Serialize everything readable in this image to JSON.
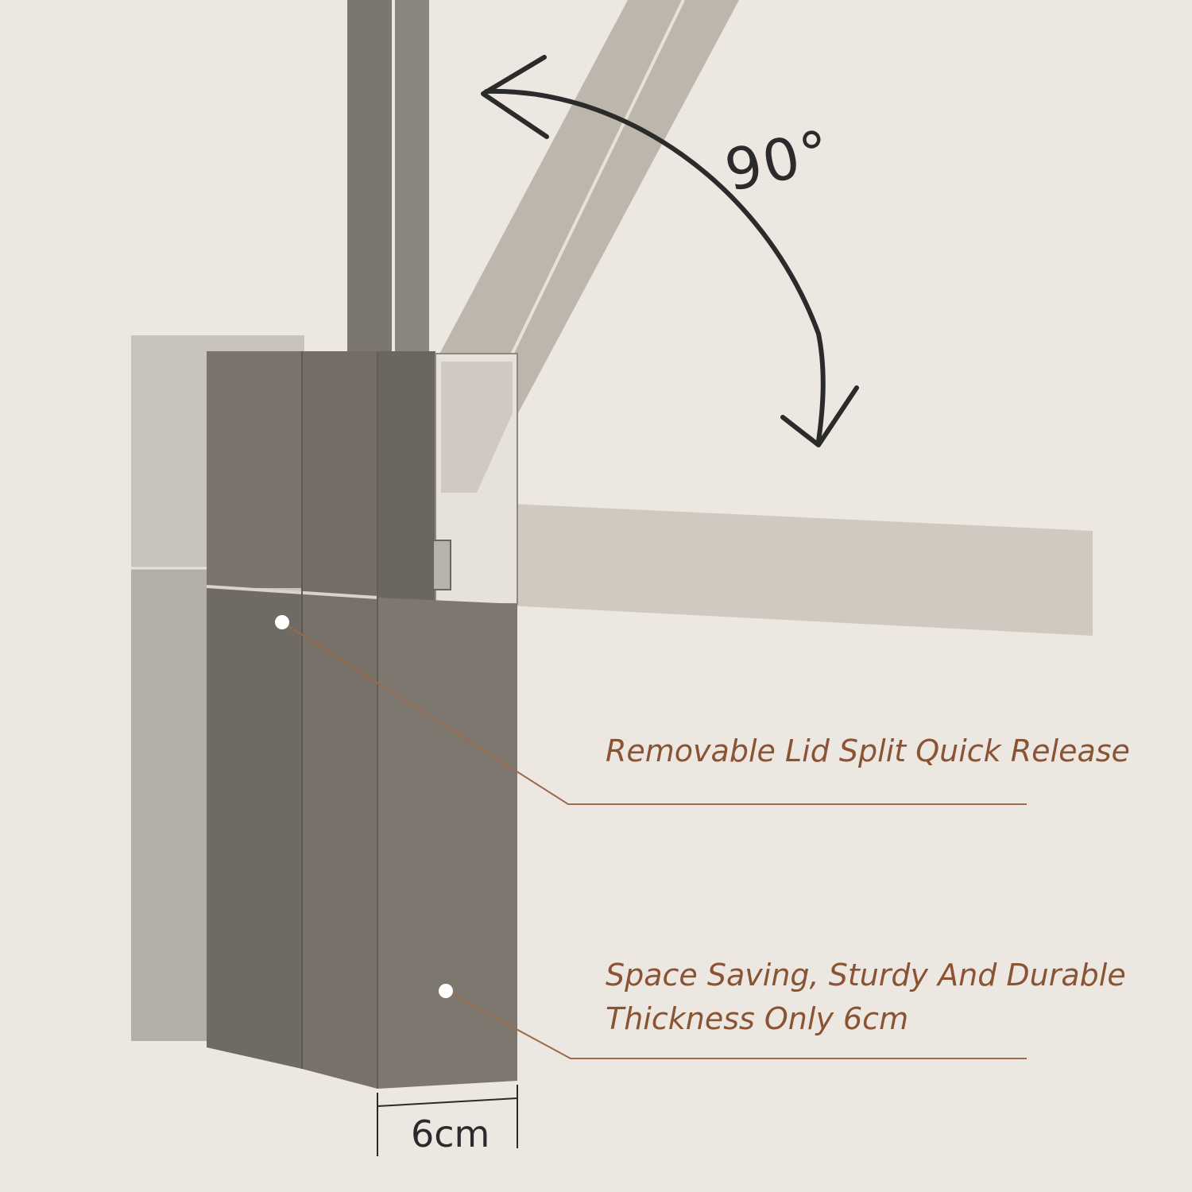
{
  "annotations": {
    "rotation_angle": "90°",
    "lid_feature": "Removable Lid Split Quick Release",
    "size_feature_line1": "Space Saving, Sturdy And Durable",
    "size_feature_line2": "Thickness Only 6cm",
    "thickness_dimension": "6cm"
  },
  "colors": {
    "background": "#ece7e1",
    "box_front": "#767068",
    "box_side": "#6a655e",
    "handle": "#7b766f",
    "ghost_handle": "#bdb6ac",
    "callout_text": "#8a5334",
    "leader_line": "#9b6a4d",
    "arrow_ink": "#2b2b2b"
  },
  "icons": {
    "rotation_arrow": "curved-double-arrow-icon",
    "marker": "white-dot-marker-icon"
  }
}
